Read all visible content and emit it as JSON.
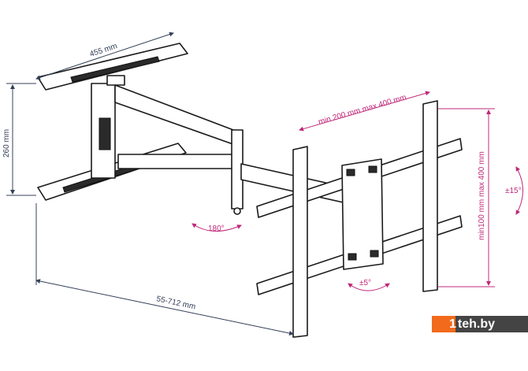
{
  "dimensions": {
    "wall_plate_width": "455 mm",
    "wall_plate_height": "260 mm",
    "horizontal_vesa": "min 200 mm max 400 mm",
    "vertical_vesa": "min100 mm max 400 mm",
    "tilt": "±15°",
    "swivel": "180°",
    "rotation": "±5°",
    "extension": "55-712 mm"
  },
  "watermark": {
    "prefix": "1",
    "text": "teh.by"
  },
  "colors": {
    "dimension_accent": "#c0287a",
    "dimension_dark": "#34405a",
    "watermark_orange": "#f26a1b"
  }
}
